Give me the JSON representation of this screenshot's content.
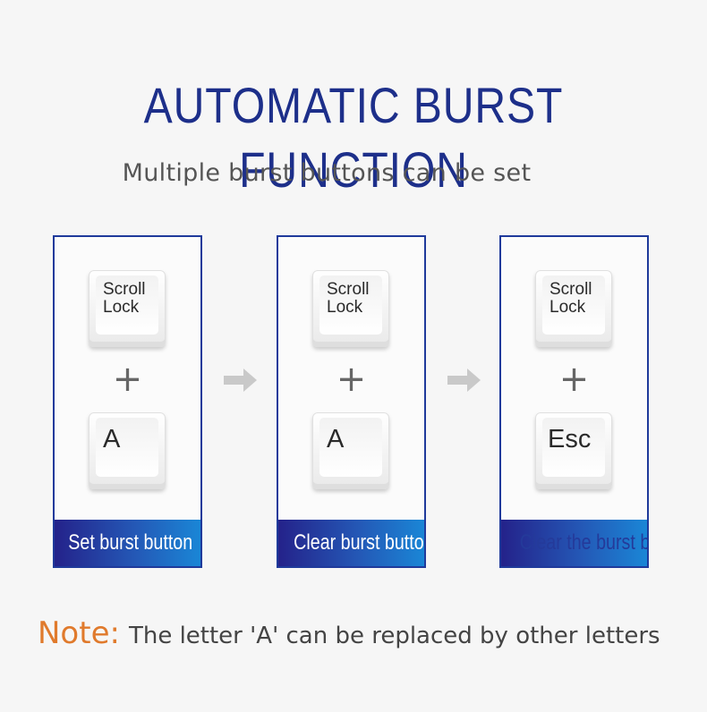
{
  "title": "AUTOMATIC BURST FUNCTION",
  "subtitle": "Multiple burst buttons can be set",
  "panels": [
    {
      "key_top": "Scroll\nLock",
      "plus": "+",
      "key_bottom": "A",
      "banner": "Set burst button"
    },
    {
      "key_top": "Scroll\nLock",
      "plus": "+",
      "key_bottom": "A",
      "banner": "Clear burst button"
    },
    {
      "key_top": "Scroll\nLock",
      "plus": "+",
      "key_bottom": "Esc",
      "banner": "Clear the burst button"
    }
  ],
  "arrows": [
    "arrow-right-icon",
    "arrow-right-icon"
  ],
  "note": {
    "label": "Note:",
    "text": "The letter 'A' can be replaced by other letters"
  },
  "colors": {
    "title": "#1d2f8a",
    "border": "#1f3a9b",
    "note_label": "#e07a2c",
    "banner_start": "#24228a",
    "banner_end": "#1a86d6"
  }
}
